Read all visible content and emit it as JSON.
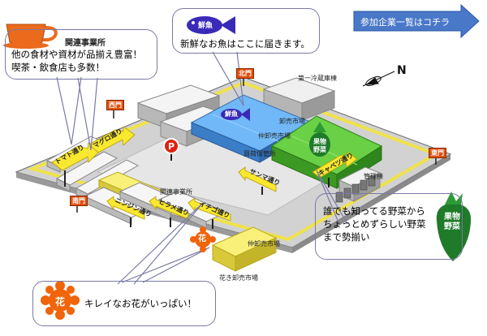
{
  "link_button": {
    "label": "参加企業一覧はコチラ"
  },
  "compass": {
    "north": "N"
  },
  "bubbles": {
    "related": {
      "title": "関連事業所",
      "lines": [
        "他の食材や資材が品揃え豊富！",
        "喫茶・飲食店も多数！"
      ]
    },
    "fish": {
      "icon_text": "鮮魚",
      "text": "新鮮なお魚はここに届きます。"
    },
    "produce": {
      "icon_text": "果物\n野菜",
      "lines": [
        "誰でも知ってる野菜から",
        "ちょっとめずらしい野菜",
        "まで勢揃い"
      ]
    },
    "flower": {
      "icon_text": "花",
      "text": "キレイなお花がいっぱい！"
    }
  },
  "gates": {
    "north": "北門",
    "west": "西門",
    "east": "東門",
    "south": "南門"
  },
  "buildings": {
    "cold_storage": "第一冷蔵庫棟",
    "wholesale": "卸売市場",
    "intermediate": "仲卸売市場",
    "storage": "買荷保管所",
    "management": "管理棟",
    "related": "関連事業所",
    "flower_inter": "仲卸売市場",
    "flower_wholesale": "花き卸売市場"
  },
  "map_icons": {
    "fish": "鮮魚",
    "produce": "果物\n野菜",
    "flower": "花",
    "parking": "P"
  },
  "roads": {
    "tomato": "トマト通り",
    "maguro": "マグロ通り",
    "sanma": "サンマ通り",
    "ninjin": "ニンジン通り",
    "hirame": "ヒラメ通り",
    "ichigo": "イチゴ通り",
    "kyabetsu": "キャベツ通り"
  }
}
